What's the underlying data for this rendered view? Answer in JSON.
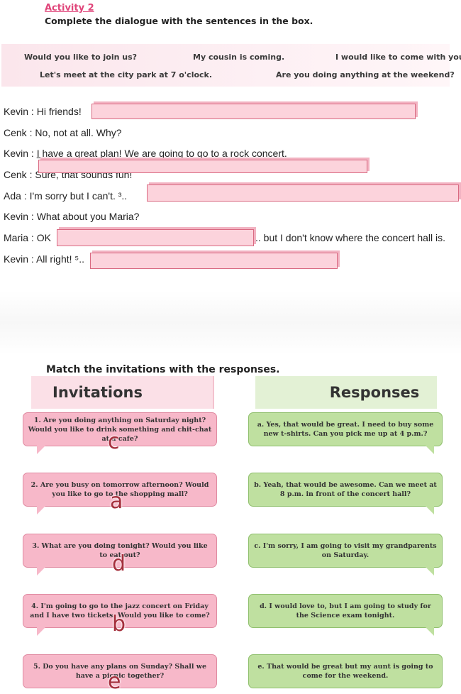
{
  "activity": {
    "title": "Activity 2",
    "instruction": "Complete the dialogue with the sentences in the box."
  },
  "box_sentences": [
    "Would you like to join us?",
    "My cousin is coming.",
    "I would like to come with you.",
    "Let's meet at the city park at 7 o'clock.",
    "Are you doing anything at the weekend?"
  ],
  "dialogue": [
    {
      "speaker": "Kevin :",
      "text": "Hi friends!"
    },
    {
      "speaker": "Cenk",
      "sep": ":",
      "text": "No, not at all. Why?"
    },
    {
      "speaker": "Kevin :",
      "text": "I have a great plan! We are going to go to a rock concert."
    },
    {
      "speaker": "Cenk :",
      "text": "Sure, that sounds fun!"
    },
    {
      "speaker": "Ada",
      "sep": ":",
      "text": "I'm sorry but I can't. ³.."
    },
    {
      "speaker": "Kevin :",
      "text": "What about you Maria?"
    },
    {
      "speaker": "Maria :",
      "text": "OK",
      "after": ".. but I don't know where the concert hall is."
    },
    {
      "speaker": "Kevin :",
      "text": "All right! ⁵.."
    }
  ],
  "matching": {
    "instruction": "Match the invitations with the responses.",
    "invitations_header": "Invitations",
    "responses_header": "Responses",
    "invitations": [
      "1. Are you doing anything on Saturday night? Would you like to drink something and chit-chat at a cafe?",
      "2. Are you busy on tomorrow afternoon? Would you like to go to the shopping mall?",
      "3. What are you doing tonight? Would you like to eat out?",
      "4. I'm going to go to the jazz concert on Friday and I have two tickets. Would you like to come?",
      "5. Do you have any plans on Sunday? Shall we have a picnic together?"
    ],
    "responses": [
      "a. Yes, that would be great. I need to buy some new t-shirts. Can you pick me up at 4 p.m.?",
      "b. Yeah, that would be awesome. Can we meet at 8 p.m. in front of the concert hall?",
      "c. I'm sorry, I am going to visit my grandparents on Saturday.",
      "d. I would love to, but I am going to study for the Science exam tonight.",
      "e. That would be great but my aunt is going to come for the weekend."
    ],
    "answers": [
      "c",
      "a",
      "d",
      "b",
      "e"
    ]
  },
  "colors": {
    "accent_pink": "#e0457a",
    "invitation_bubble": "#f7b8c9",
    "response_bubble": "#bfe0a0",
    "answer_letter": "#a42f3c"
  }
}
